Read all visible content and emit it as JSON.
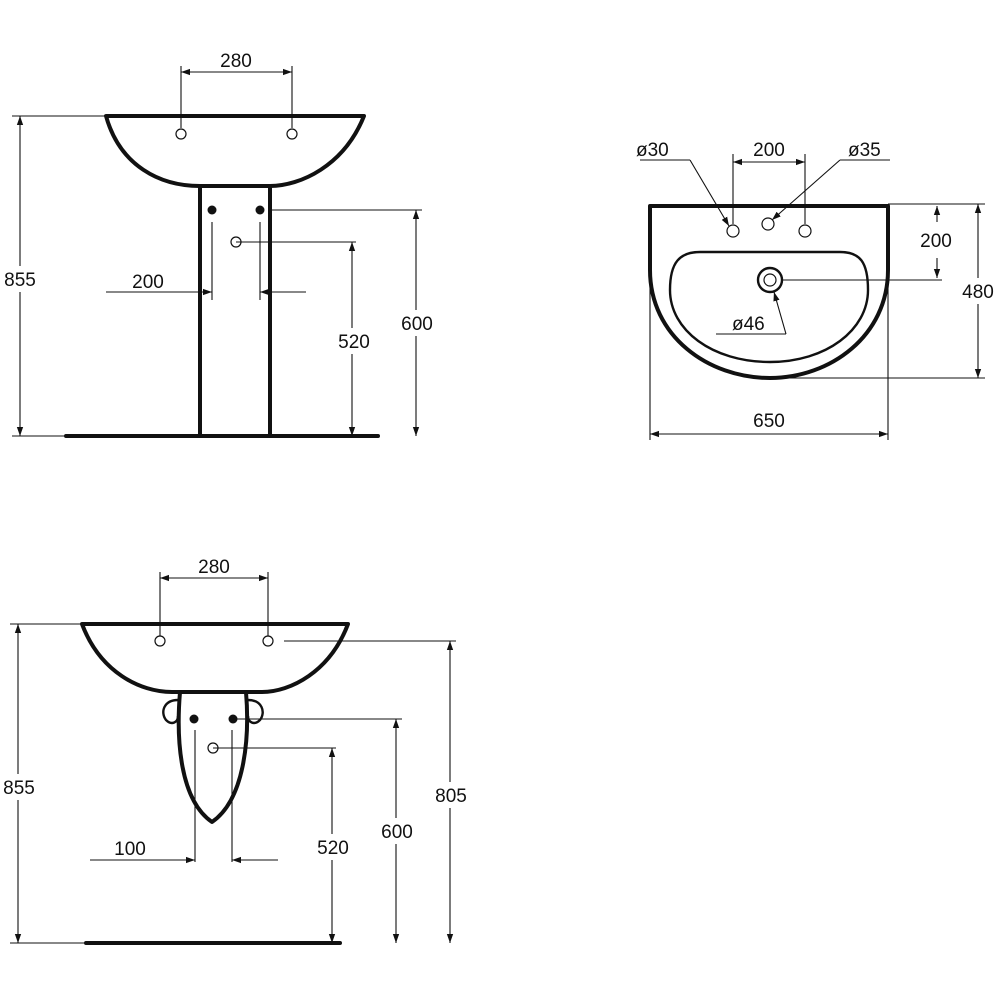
{
  "front_view_pedestal": {
    "tap_hole_spacing": "280",
    "total_height": "855",
    "pedestal_width": "200",
    "waste_height": "520",
    "fixing_height": "600"
  },
  "top_view": {
    "overflow_hole_diameter": "ø30",
    "tap_hole_spacing": "200",
    "tap_hole_diameter": "ø35",
    "waste_hole_diameter": "ø46",
    "waste_depth": "200",
    "depth": "480",
    "width": "650"
  },
  "front_view_semi_pedestal": {
    "tap_hole_spacing": "280",
    "total_height": "855",
    "semi_pedestal_offset": "100",
    "waste_height": "520",
    "fixing_height": "600",
    "rim_height": "805"
  },
  "colors": {
    "line": "#111111",
    "background": "#ffffff"
  }
}
